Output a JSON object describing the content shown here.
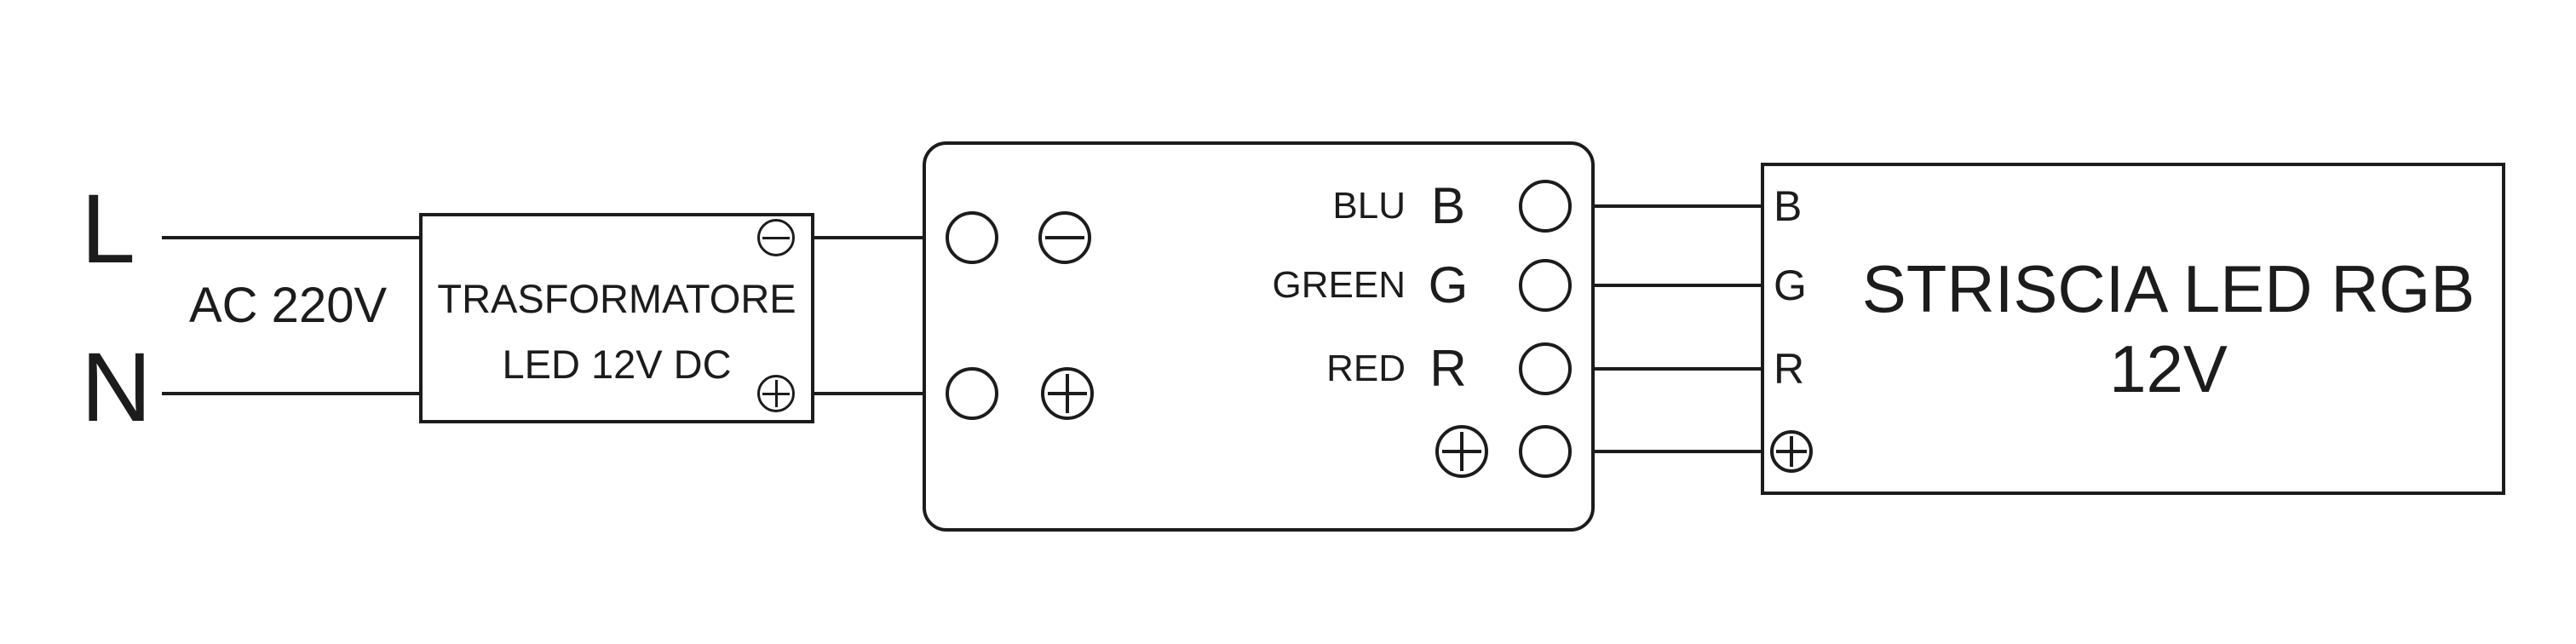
{
  "colors": {
    "stroke": "#1c1c1c",
    "background": "#ffffff"
  },
  "mains": {
    "line_label": "L",
    "neutral_label": "N",
    "voltage_label": "AC 220V"
  },
  "transformer": {
    "name_line1": "TRASFORMATORE",
    "name_line2": "LED 12V DC",
    "negative_terminal_icon": "minus-circle-icon",
    "positive_terminal_icon": "plus-circle-icon"
  },
  "controller": {
    "input_negative_icon": "minus-circle-icon",
    "input_positive_icon": "plus-circle-icon",
    "channels": [
      {
        "color_label": "BLU",
        "letter": "B"
      },
      {
        "color_label": "GREEN",
        "letter": "G"
      },
      {
        "color_label": "RED",
        "letter": "R"
      }
    ],
    "output_positive_icon": "plus-circle-icon"
  },
  "strip": {
    "terminal_labels": [
      "B",
      "G",
      "R"
    ],
    "positive_terminal_icon": "plus-circle-icon",
    "name": "STRISCIA LED RGB",
    "voltage_label": "12V"
  }
}
